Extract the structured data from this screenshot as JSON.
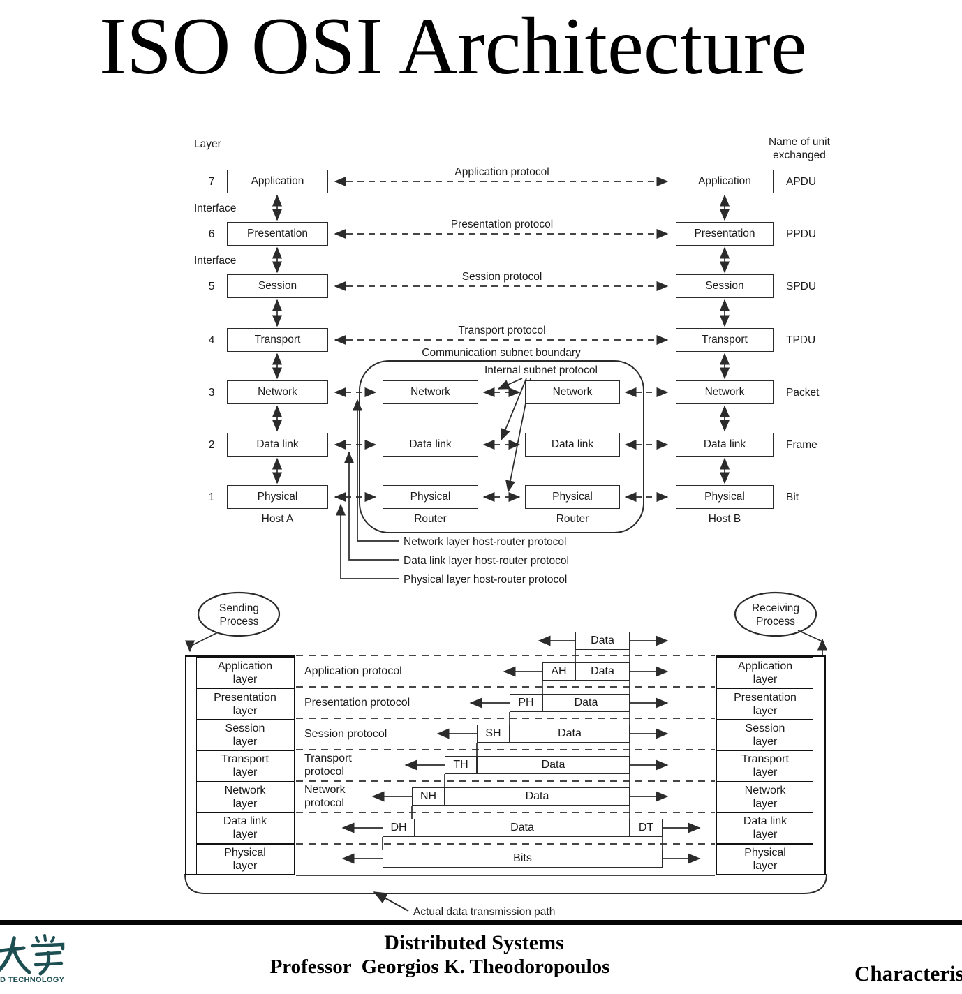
{
  "title": "ISO OSI Architecture",
  "top": {
    "layer_header": "Layer",
    "unit_header_line1": "Name of unit",
    "unit_header_line2": "exchanged",
    "interface_label": "Interface",
    "rows": [
      {
        "num": "7",
        "name": "Application",
        "protocol": "Application protocol",
        "unit": "APDU"
      },
      {
        "num": "6",
        "name": "Presentation",
        "protocol": "Presentation protocol",
        "unit": "PPDU"
      },
      {
        "num": "5",
        "name": "Session",
        "protocol": "Session protocol",
        "unit": "SPDU"
      },
      {
        "num": "4",
        "name": "Transport",
        "protocol": "Transport protocol",
        "unit": "TPDU"
      },
      {
        "num": "3",
        "name": "Network",
        "unit": "Packet"
      },
      {
        "num": "2",
        "name": "Data link",
        "unit": "Frame"
      },
      {
        "num": "1",
        "name": "Physical",
        "unit": "Bit"
      }
    ],
    "subnet_boundary_label": "Communication subnet boundary",
    "internal_subnet_label": "Internal subnet protocol",
    "host_a_label": "Host A",
    "host_b_label": "Host B",
    "router_label": "Router",
    "callouts": [
      "Network layer host-router protocol",
      "Data link layer host-router protocol",
      "Physical layer host-router protocol"
    ]
  },
  "bottom": {
    "sending_process": {
      "line1": "Sending",
      "line2": "Process"
    },
    "receiving_process": {
      "line1": "Receiving",
      "line2": "Process"
    },
    "layers": [
      {
        "name_line1": "Application",
        "name_line2": "layer",
        "protocol": "Application protocol"
      },
      {
        "name_line1": "Presentation",
        "name_line2": "layer",
        "protocol": "Presentation protocol"
      },
      {
        "name_line1": "Session",
        "name_line2": "layer",
        "protocol": "Session protocol"
      },
      {
        "name_line1": "Transport",
        "name_line2": "layer",
        "protocol_line1": "Transport",
        "protocol_line2": "protocol"
      },
      {
        "name_line1": "Network",
        "name_line2": "layer",
        "protocol_line1": "Network",
        "protocol_line2": "protocol"
      },
      {
        "name_line1": "Data link",
        "name_line2": "layer"
      },
      {
        "name_line1": "Physical",
        "name_line2": "layer"
      }
    ],
    "data_label": "Data",
    "headers": [
      "AH",
      "PH",
      "SH",
      "TH",
      "NH",
      "DH"
    ],
    "trailer": "DT",
    "bits_label": "Bits",
    "path_label": "Actual data transmission path"
  },
  "footer": {
    "line1": "Distributed Systems",
    "line2": "Professor  Georgios K. Theodoropoulos",
    "right_text": "Characteris",
    "logo_caption": "D TECHNOLOGY"
  },
  "colors": {
    "logo_teal": "#1d4e52",
    "diagram_line": "#2b2b2b"
  }
}
